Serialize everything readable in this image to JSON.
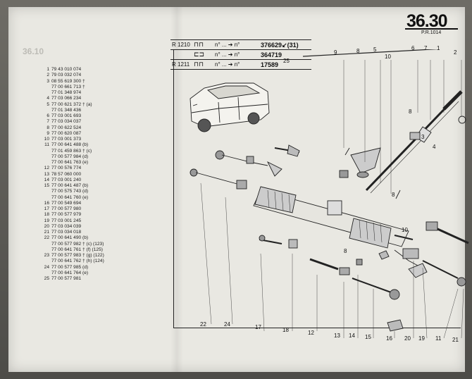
{
  "header": {
    "page_number": "36.30",
    "pr_code": "P.R.1014",
    "ghost_text": "36.10"
  },
  "reference_table": [
    {
      "model": "R 1210",
      "icon": "chassis-icon",
      "text": "n° ...  ➔  n°",
      "value": "376629↙(31)"
    },
    {
      "model": "",
      "icon": "chassis-icon",
      "text": "n° ...  ➔  n°",
      "value": "364719"
    },
    {
      "model": "R 1211",
      "icon": "chassis-icon",
      "text": "n° ...  ➔  n°",
      "value": "17589"
    }
  ],
  "parts_list": [
    {
      "num": "1",
      "code": "79 43 010 074"
    },
    {
      "num": "2",
      "code": "79 03 032 074"
    },
    {
      "num": "3",
      "code": "08 55 619 300 †"
    },
    {
      "num": "",
      "code": "77 00 661 713 †"
    },
    {
      "num": "",
      "code": "77 01 348 974"
    },
    {
      "num": "4",
      "code": "77 03 066 234"
    },
    {
      "num": "5",
      "code": "77 00 621 372 † (a)"
    },
    {
      "num": "",
      "code": "77 01 348 436"
    },
    {
      "num": "6",
      "code": "77 03 001 693"
    },
    {
      "num": "7",
      "code": "77 03 034 037"
    },
    {
      "num": "8",
      "code": "77 00 622 524"
    },
    {
      "num": "9",
      "code": "77 00 620 087"
    },
    {
      "num": "10",
      "code": "77 03 001 373"
    },
    {
      "num": "11",
      "code": "77 00 641 488 (b)"
    },
    {
      "num": "",
      "code": "77 01 459 863 † (c)"
    },
    {
      "num": "",
      "code": "77 00 577 984 (d)"
    },
    {
      "num": "",
      "code": "77 00 641 763 (e)"
    },
    {
      "num": "12",
      "code": "77 00 576 774"
    },
    {
      "num": "13",
      "code": "78 57 060 000"
    },
    {
      "num": "14",
      "code": "77 03 001 240"
    },
    {
      "num": "15",
      "code": "77 00 641 487 (b)"
    },
    {
      "num": "",
      "code": "77 00 575 743 (d)"
    },
    {
      "num": "",
      "code": "77 00 641 760 (e)"
    },
    {
      "num": "16",
      "code": "77 00 549 694"
    },
    {
      "num": "17",
      "code": "77 00 577 980"
    },
    {
      "num": "18",
      "code": "77 00 577 979"
    },
    {
      "num": "19",
      "code": "77 03 001 245"
    },
    {
      "num": "20",
      "code": "77 03 034 039"
    },
    {
      "num": "21",
      "code": "77 03 034 018"
    },
    {
      "num": "22",
      "code": "77 00 641 490 (b)"
    },
    {
      "num": "",
      "code": "77 00 577 982 † (c) (123)"
    },
    {
      "num": "",
      "code": "77 00 641 761 † (f) (125)"
    },
    {
      "num": "23",
      "code": "77 00 577 983 † (g) (122)"
    },
    {
      "num": "",
      "code": "77 00 641 762 † (h) (124)"
    },
    {
      "num": "24",
      "code": "77 00 577 985 (d)"
    },
    {
      "num": "",
      "code": "77 00 641 764 (e)"
    },
    {
      "num": "25",
      "code": "77 00 577 981"
    }
  ],
  "diagram": {
    "top_callouts": [
      {
        "label": "9"
      },
      {
        "label": "8"
      },
      {
        "label": "5"
      },
      {
        "label": "10"
      },
      {
        "label": "6"
      },
      {
        "label": "7"
      },
      {
        "label": "1"
      },
      {
        "label": "2"
      }
    ],
    "car_callout": "25",
    "bottom_callouts": [
      {
        "label": "22"
      },
      {
        "label": "24"
      },
      {
        "label": "17"
      },
      {
        "label": "18"
      },
      {
        "label": "12"
      },
      {
        "label": "13"
      },
      {
        "label": "14"
      },
      {
        "label": "15"
      },
      {
        "label": "16"
      },
      {
        "label": "20"
      },
      {
        "label": "19"
      },
      {
        "label": "11"
      },
      {
        "label": "21"
      }
    ],
    "inline_callouts": [
      {
        "label": "8"
      },
      {
        "label": "8"
      },
      {
        "label": "8"
      },
      {
        "label": "10"
      },
      {
        "label": "3"
      },
      {
        "label": "4"
      }
    ]
  }
}
